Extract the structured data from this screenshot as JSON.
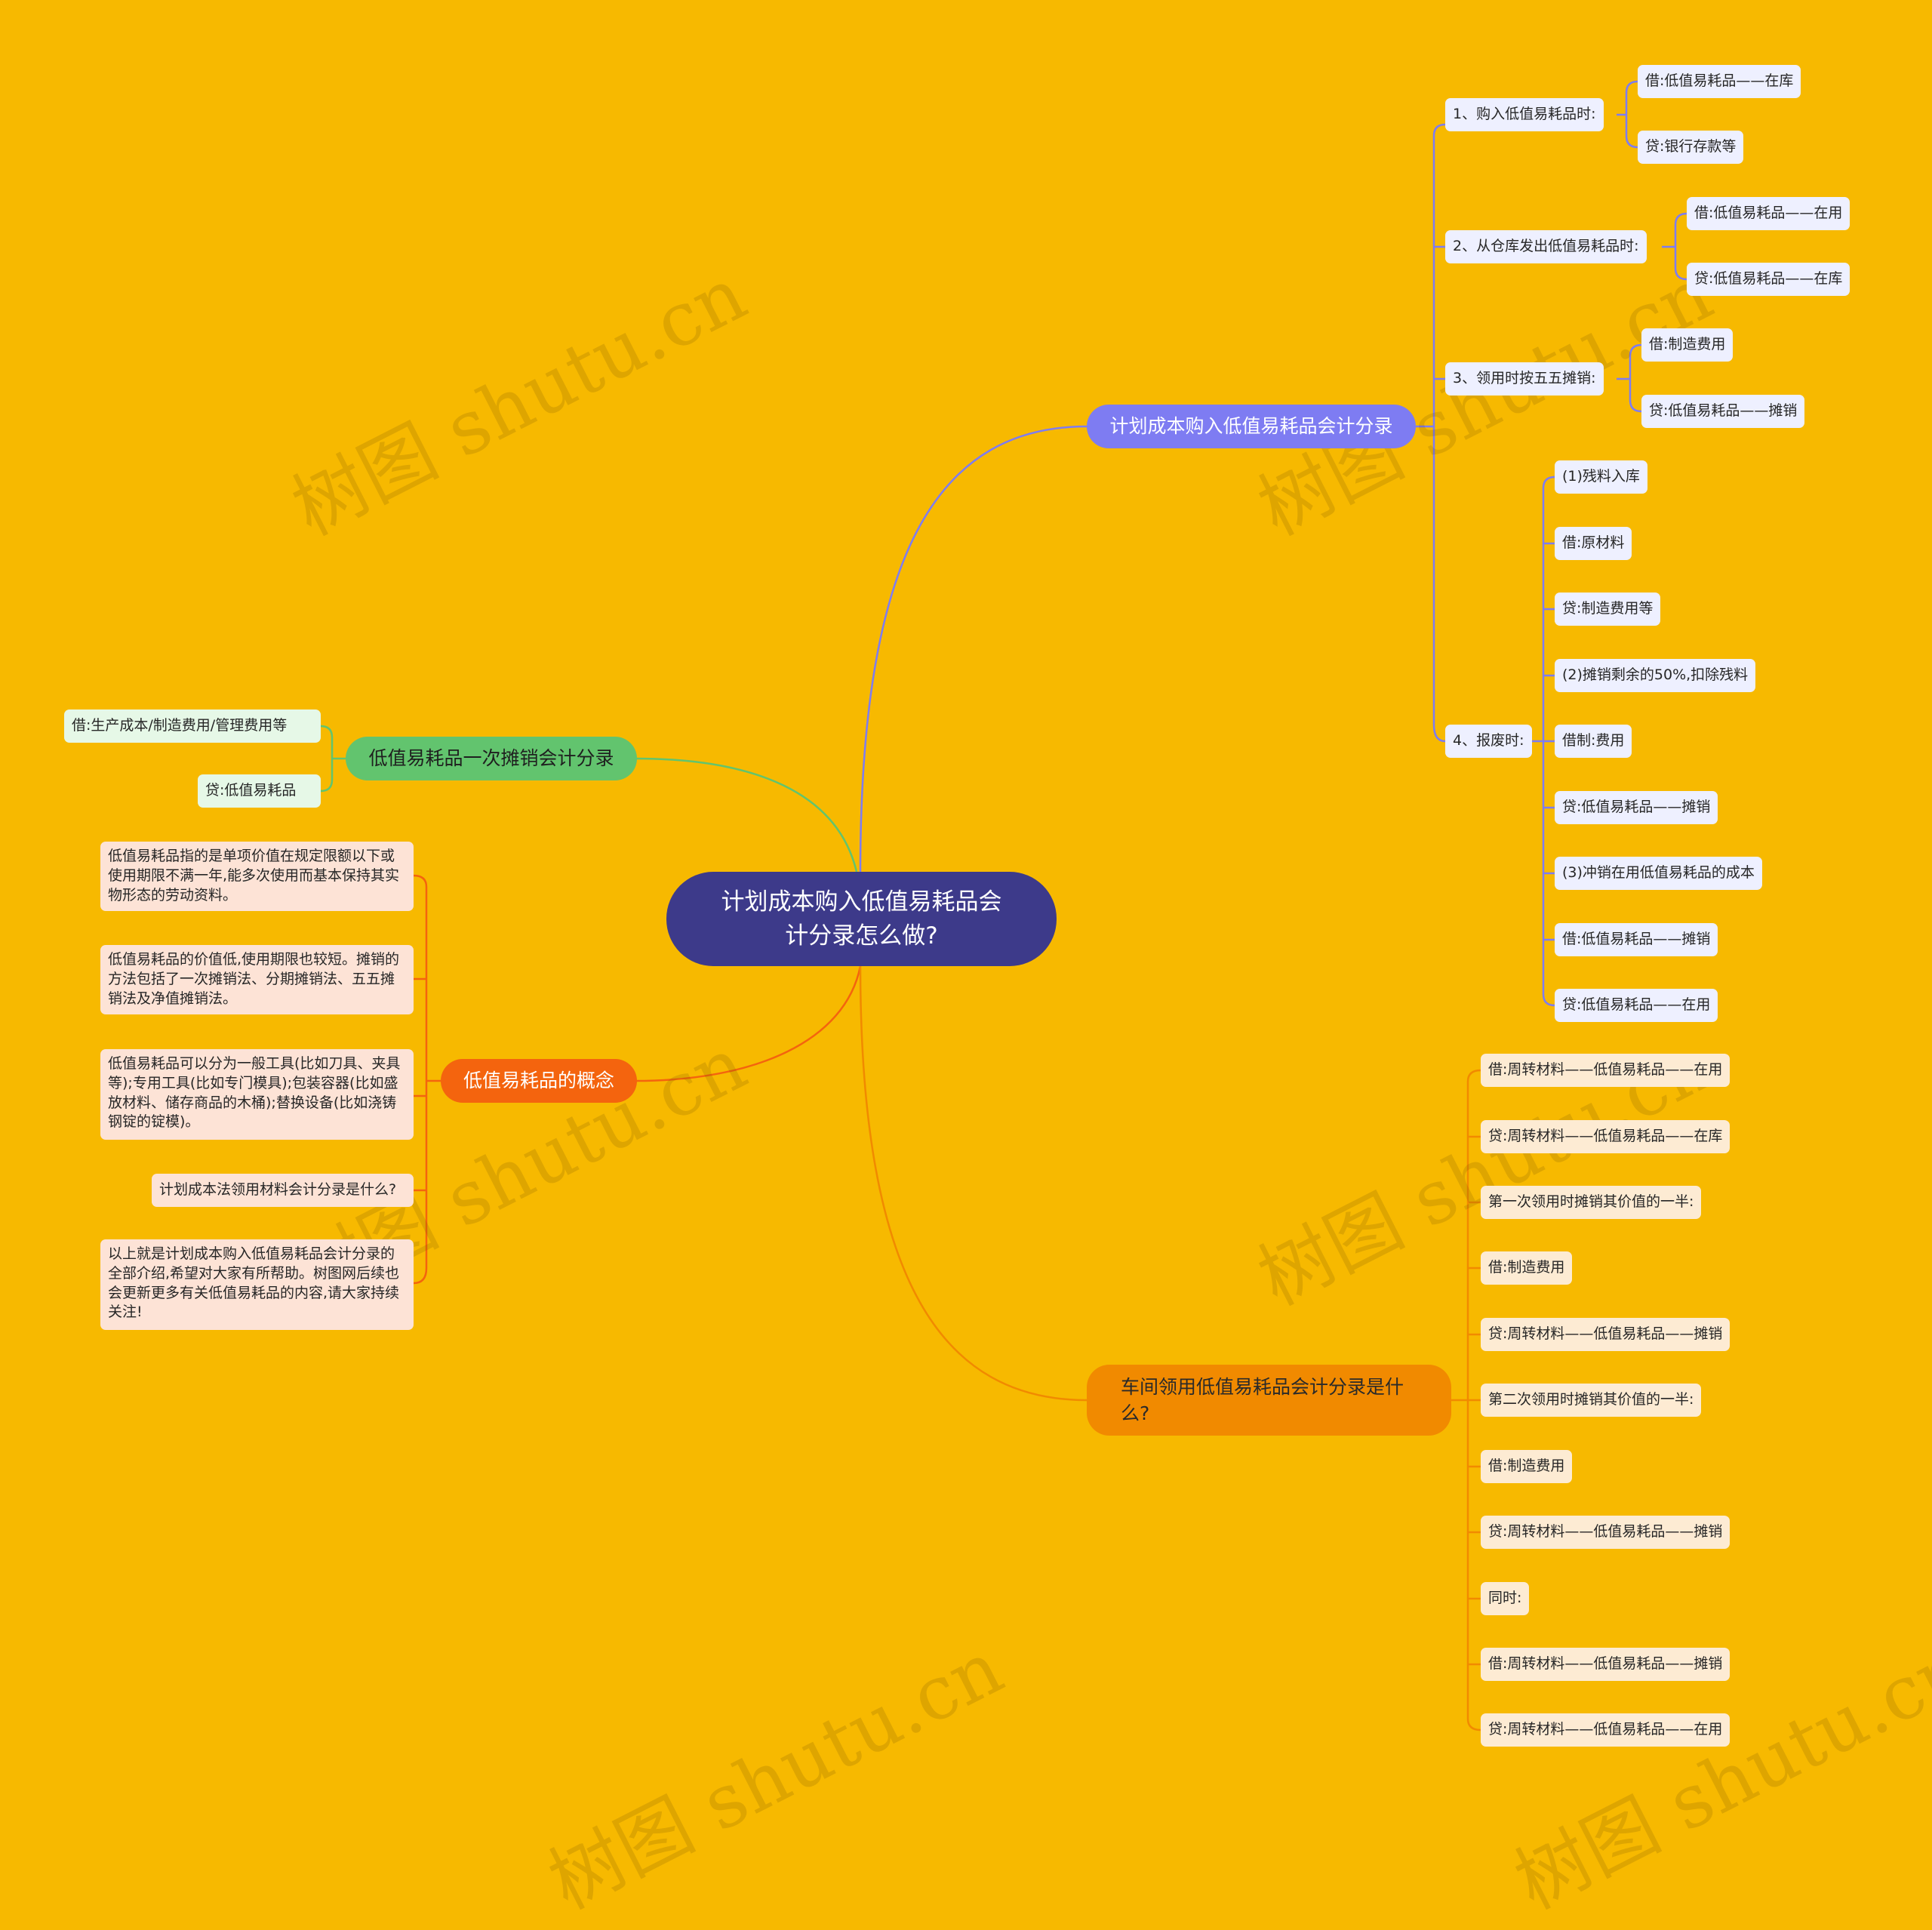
{
  "watermark": "树图 shutu.cn",
  "root": {
    "title": "计划成本购入低值易耗品会计分录怎么做?"
  },
  "branches": [
    {
      "title": "计划成本购入低值易耗品会计分录",
      "groups": [
        {
          "title": "1、购入低值易耗品时:",
          "items": [
            "借:低值易耗品——在库",
            "贷:银行存款等"
          ]
        },
        {
          "title": "2、从仓库发出低值易耗品时:",
          "items": [
            "借:低值易耗品——在用",
            "贷:低值易耗品——在库"
          ]
        },
        {
          "title": "3、领用时按五五摊销:",
          "items": [
            "借:制造费用",
            "贷:低值易耗品——摊销"
          ]
        },
        {
          "title": "4、报废时:",
          "items": [
            "(1)残料入库",
            "借:原材料",
            "贷:制造费用等",
            "(2)摊销剩余的50%,扣除残料",
            "借制:费用",
            "贷:低值易耗品——摊销",
            "(3)冲销在用低值易耗品的成本",
            "借:低值易耗品——摊销",
            "贷:低值易耗品——在用"
          ]
        }
      ]
    },
    {
      "title": "低值易耗品一次摊销会计分录",
      "items": [
        "借:生产成本/制造费用/管理费用等",
        "贷:低值易耗品"
      ]
    },
    {
      "title": "低值易耗品的概念",
      "items": [
        "低值易耗品指的是单项价值在规定限额以下或使用期限不满一年,能多次使用而基本保持其实物形态的劳动资料。",
        "低值易耗品的价值低,使用期限也较短。摊销的方法包括了一次摊销法、分期摊销法、五五摊销法及净值摊销法。",
        "低值易耗品可以分为一般工具(比如刀具、夹具等);专用工具(比如专门模具);包装容器(比如盛放材料、储存商品的木桶);替换设备(比如浇铸钢锭的锭模)。",
        "计划成本法领用材料会计分录是什么?",
        "以上就是计划成本购入低值易耗品会计分录的全部介绍,希望对大家有所帮助。树图网后续也会更新更多有关低值易耗品的内容,请大家持续关注!"
      ]
    },
    {
      "title": "车间领用低值易耗品会计分录是什么?",
      "items": [
        "借:周转材料——低值易耗品——在用",
        "贷:周转材料——低值易耗品——在库",
        "第一次领用时摊销其价值的一半:",
        "借:制造费用",
        "贷:周转材料——低值易耗品——摊销",
        "第二次领用时摊销其价值的一半:",
        "借:制造费用",
        "贷:周转材料——低值易耗品——摊销",
        "同时:",
        "借:周转材料——低值易耗品——摊销",
        "贷:周转材料——低值易耗品——在用"
      ]
    }
  ],
  "colors": {
    "background": "#F7B900",
    "root": "#3D3A8A",
    "blue": "#7E7CF2",
    "green": "#62C46E",
    "red": "#F4640E",
    "orange": "#F18A00"
  }
}
